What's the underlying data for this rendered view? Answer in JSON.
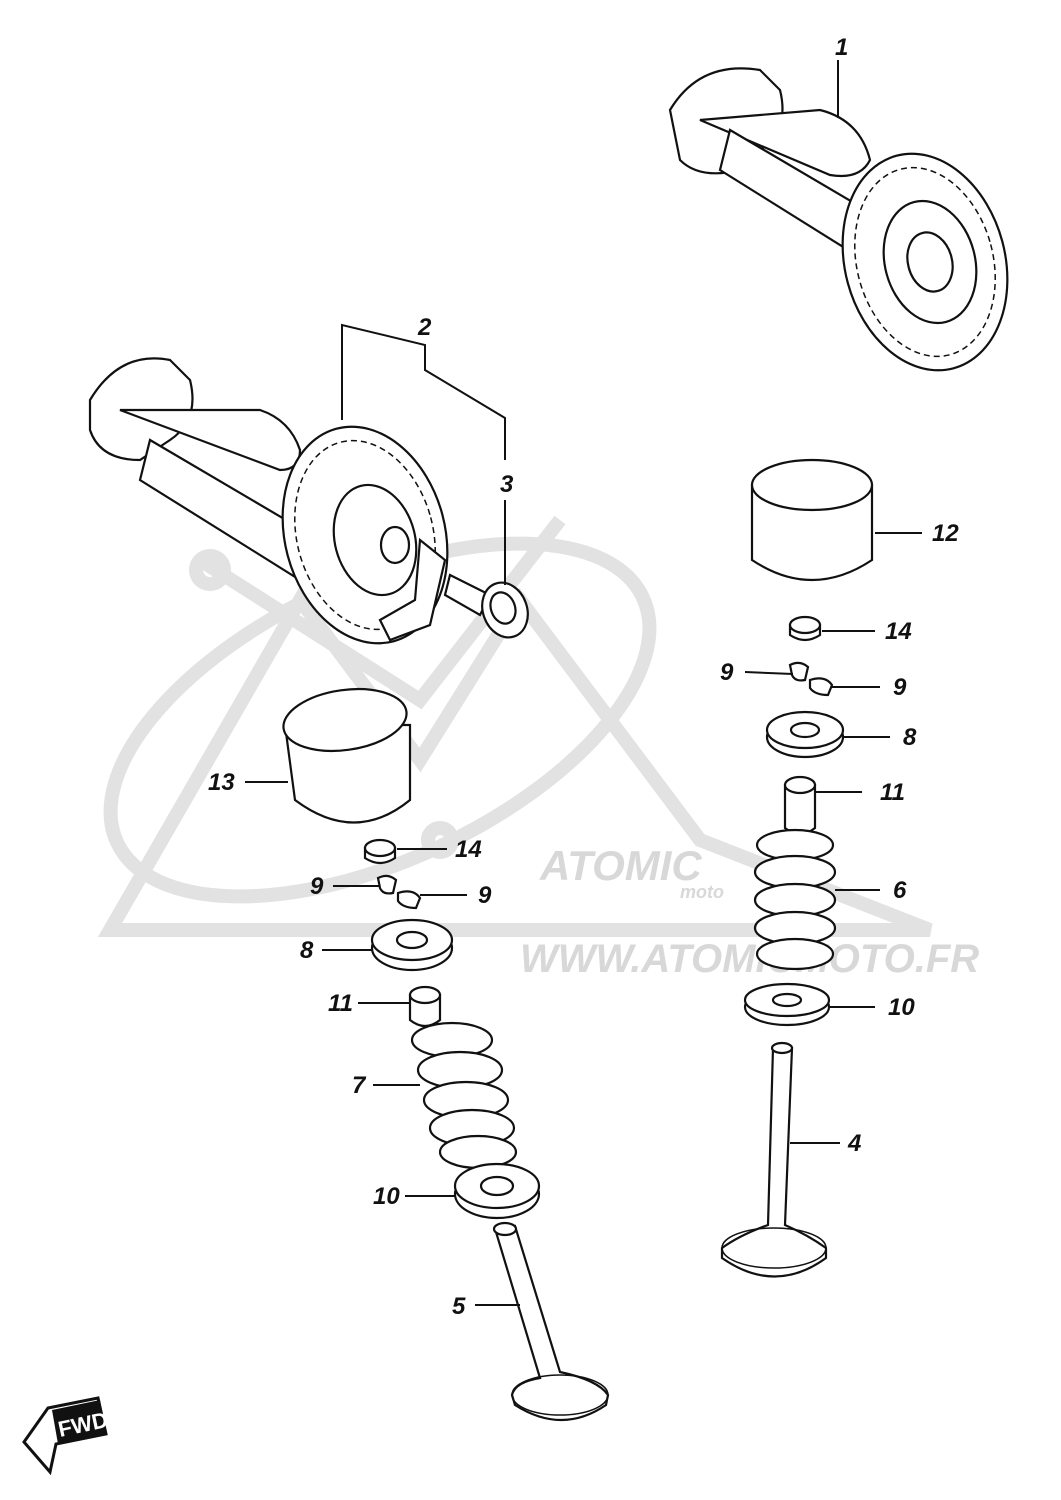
{
  "watermark": {
    "brand": "ATOMIC",
    "sub": "moto",
    "url": "WWW.ATOMICMOTO.FR"
  },
  "fwd_label": "FWD",
  "callouts": [
    {
      "id": "c1",
      "label": "1"
    },
    {
      "id": "c2",
      "label": "2"
    },
    {
      "id": "c3",
      "label": "3"
    },
    {
      "id": "c4",
      "label": "4"
    },
    {
      "id": "c5",
      "label": "5"
    },
    {
      "id": "c6",
      "label": "6"
    },
    {
      "id": "c7",
      "label": "7"
    },
    {
      "id": "c8a",
      "label": "8"
    },
    {
      "id": "c8b",
      "label": "8"
    },
    {
      "id": "c9a",
      "label": "9"
    },
    {
      "id": "c9b",
      "label": "9"
    },
    {
      "id": "c9c",
      "label": "9"
    },
    {
      "id": "c9d",
      "label": "9"
    },
    {
      "id": "c10a",
      "label": "10"
    },
    {
      "id": "c10b",
      "label": "10"
    },
    {
      "id": "c11a",
      "label": "11"
    },
    {
      "id": "c11b",
      "label": "11"
    },
    {
      "id": "c12",
      "label": "12"
    },
    {
      "id": "c13",
      "label": "13"
    },
    {
      "id": "c14a",
      "label": "14"
    },
    {
      "id": "c14b",
      "label": "14"
    }
  ]
}
